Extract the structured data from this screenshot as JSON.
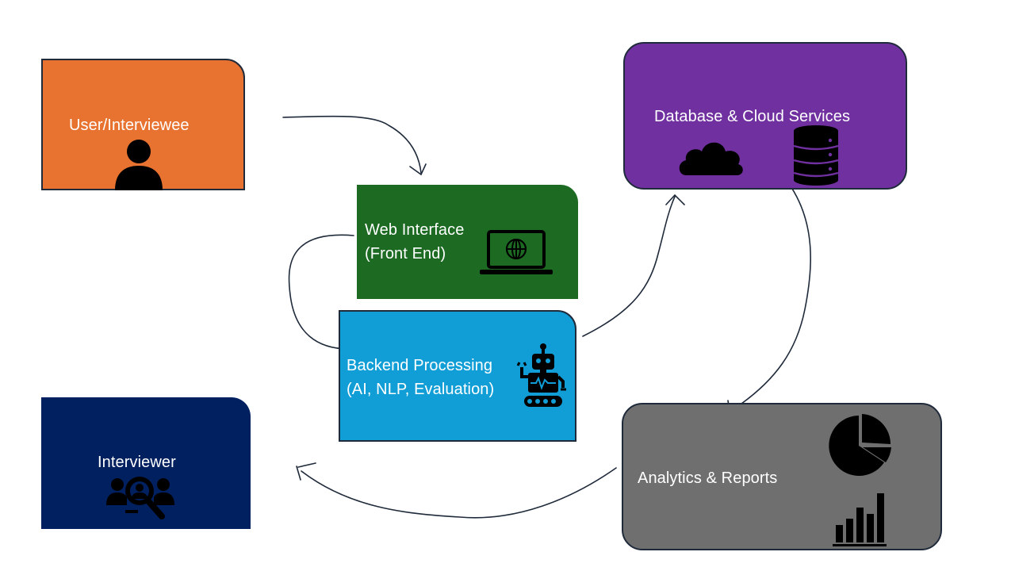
{
  "colors": {
    "user": "#e8722f",
    "web": "#1d6b23",
    "backend": "#119ed6",
    "database": "#7030a0",
    "analytics": "#6f6f6f",
    "interviewer": "#002060",
    "arrow": "#1f2a3a"
  },
  "nodes": {
    "user": {
      "label": "User/Interviewee",
      "icon": "person-icon"
    },
    "web": {
      "label_line1": "Web Interface",
      "label_line2": "(Front End)",
      "icon": "laptop-globe-icon"
    },
    "backend": {
      "label_line1": "Backend Processing",
      "label_line2": "(AI, NLP, Evaluation)",
      "icon": "robot-icon"
    },
    "database": {
      "label": "Database & Cloud Services",
      "icons": [
        "cloud-icon",
        "database-icon"
      ]
    },
    "analytics": {
      "label": "Analytics & Reports",
      "icons": [
        "pie-chart-icon",
        "bar-chart-icon"
      ]
    },
    "interviewer": {
      "label": "Interviewer",
      "icon": "people-search-icon"
    }
  },
  "edges": [
    {
      "from": "user",
      "to": "web"
    },
    {
      "from": "web",
      "to": "backend"
    },
    {
      "from": "backend",
      "to": "database"
    },
    {
      "from": "database",
      "to": "analytics"
    },
    {
      "from": "analytics",
      "to": "interviewer"
    }
  ]
}
